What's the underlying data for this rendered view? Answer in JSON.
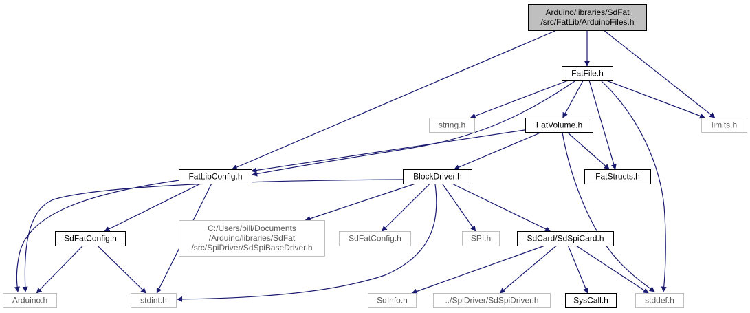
{
  "graph": {
    "colors": {
      "edge": "#191970",
      "current_fill": "#bfbfbf",
      "node_border": "#000000",
      "external_border": "#bfbfbf",
      "background": "#ffffff"
    },
    "nodes": [
      {
        "id": "arduinofiles",
        "lines": [
          "Arduino/libraries/SdFat",
          "/src/FatLib/ArduinoFiles.h"
        ],
        "style": "current"
      },
      {
        "id": "fatfile",
        "lines": [
          "FatFile.h"
        ],
        "style": "normal"
      },
      {
        "id": "fatlibconfig",
        "lines": [
          "FatLibConfig.h"
        ],
        "style": "normal"
      },
      {
        "id": "limits",
        "lines": [
          "limits.h"
        ],
        "style": "external"
      },
      {
        "id": "string",
        "lines": [
          "string.h"
        ],
        "style": "external"
      },
      {
        "id": "fatvolume",
        "lines": [
          "FatVolume.h"
        ],
        "style": "normal"
      },
      {
        "id": "fatstructs",
        "lines": [
          "FatStructs.h"
        ],
        "style": "normal"
      },
      {
        "id": "blockdriver",
        "lines": [
          "BlockDriver.h"
        ],
        "style": "normal"
      },
      {
        "id": "sdspibasedriver",
        "lines": [
          "C:/Users/bill/Documents",
          "/Arduino/libraries/SdFat",
          "/src/SpiDriver/SdSpiBaseDriver.h"
        ],
        "style": "external"
      },
      {
        "id": "sdfatconfig_ext",
        "lines": [
          "SdFatConfig.h"
        ],
        "style": "external"
      },
      {
        "id": "spi",
        "lines": [
          "SPI.h"
        ],
        "style": "external"
      },
      {
        "id": "sdspicard",
        "lines": [
          "SdCard/SdSpiCard.h"
        ],
        "style": "normal"
      },
      {
        "id": "sdfatconfig",
        "lines": [
          "SdFatConfig.h"
        ],
        "style": "normal"
      },
      {
        "id": "arduino",
        "lines": [
          "Arduino.h"
        ],
        "style": "external"
      },
      {
        "id": "stdint",
        "lines": [
          "stdint.h"
        ],
        "style": "external"
      },
      {
        "id": "sdinfo",
        "lines": [
          "SdInfo.h"
        ],
        "style": "external"
      },
      {
        "id": "sdspidriver",
        "lines": [
          "../SpiDriver/SdSpiDriver.h"
        ],
        "style": "external"
      },
      {
        "id": "syscall",
        "lines": [
          "SysCall.h"
        ],
        "style": "normal"
      },
      {
        "id": "stddef",
        "lines": [
          "stddef.h"
        ],
        "style": "external"
      }
    ],
    "edges": [
      {
        "from": "arduinofiles",
        "to": "fatfile"
      },
      {
        "from": "arduinofiles",
        "to": "fatlibconfig"
      },
      {
        "from": "arduinofiles",
        "to": "limits"
      },
      {
        "from": "fatfile",
        "to": "fatlibconfig"
      },
      {
        "from": "fatfile",
        "to": "string"
      },
      {
        "from": "fatfile",
        "to": "fatvolume"
      },
      {
        "from": "fatfile",
        "to": "limits"
      },
      {
        "from": "fatfile",
        "to": "fatstructs"
      },
      {
        "from": "fatfile",
        "to": "stddef"
      },
      {
        "from": "fatvolume",
        "to": "fatlibconfig"
      },
      {
        "from": "fatvolume",
        "to": "blockdriver"
      },
      {
        "from": "fatvolume",
        "to": "fatstructs"
      },
      {
        "from": "fatvolume",
        "to": "stddef"
      },
      {
        "from": "fatlibconfig",
        "to": "sdfatconfig"
      },
      {
        "from": "fatlibconfig",
        "to": "arduino"
      },
      {
        "from": "fatlibconfig",
        "to": "stdint"
      },
      {
        "from": "blockdriver",
        "to": "sdspibasedriver"
      },
      {
        "from": "blockdriver",
        "to": "sdfatconfig_ext"
      },
      {
        "from": "blockdriver",
        "to": "spi"
      },
      {
        "from": "blockdriver",
        "to": "sdspicard"
      },
      {
        "from": "blockdriver",
        "to": "arduino"
      },
      {
        "from": "blockdriver",
        "to": "stdint"
      },
      {
        "from": "sdfatconfig",
        "to": "arduino"
      },
      {
        "from": "sdfatconfig",
        "to": "stdint"
      },
      {
        "from": "sdspicard",
        "to": "sdinfo"
      },
      {
        "from": "sdspicard",
        "to": "sdspidriver"
      },
      {
        "from": "sdspicard",
        "to": "syscall"
      },
      {
        "from": "sdspicard",
        "to": "stddef"
      }
    ]
  }
}
